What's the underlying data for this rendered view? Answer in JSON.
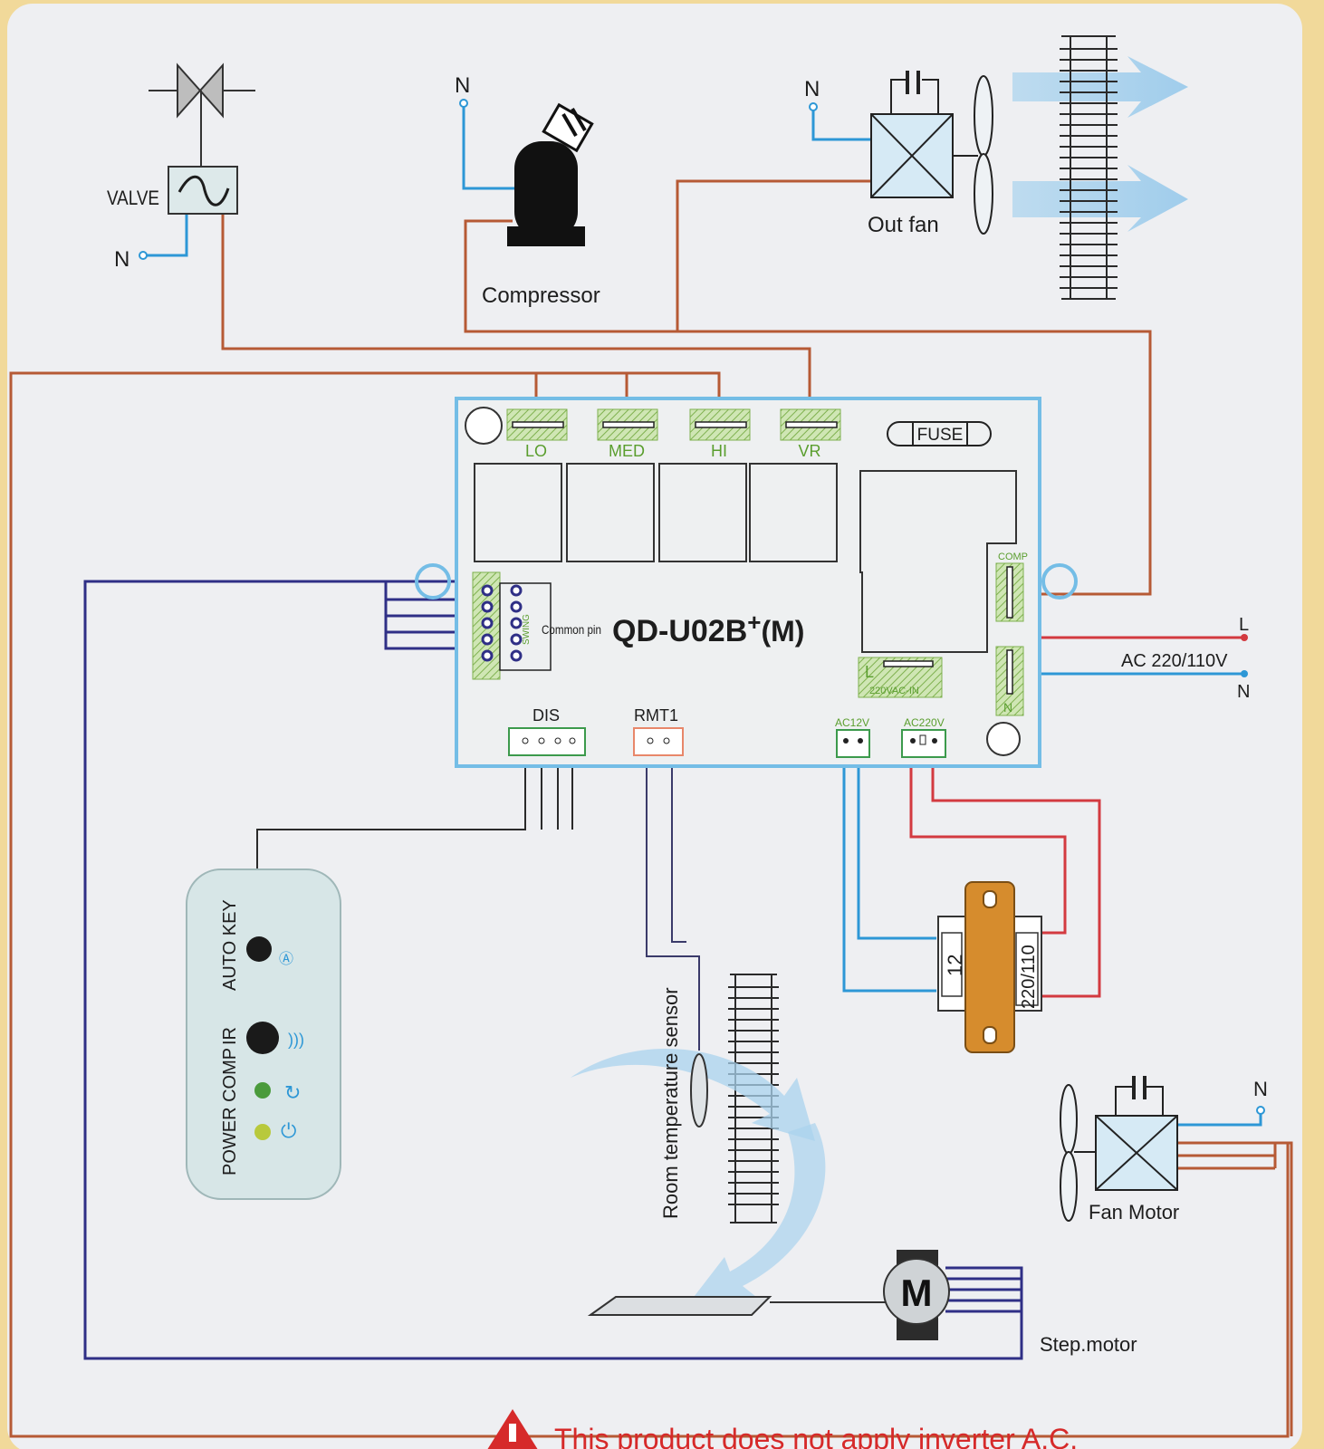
{
  "board": {
    "model": "QD-U02B",
    "model_plus": "+",
    "model_suffix": "(M)",
    "common_pin": "Common pin",
    "swing": "SWING",
    "fuse": "FUSE",
    "relays": {
      "lo": "LO",
      "med": "MED",
      "hi": "HI",
      "vr": "VR"
    },
    "comp": "COMP",
    "l_terminal": "L",
    "n_terminal": "N",
    "ac_in": "220VAC-IN",
    "connectors": {
      "dis": "DIS",
      "rmt": "RMT1",
      "ac12": "AC12V",
      "ac220": "AC220V"
    }
  },
  "components": {
    "valve": "VALVE",
    "neutral": "N",
    "compressor": "Compressor",
    "out_fan": "Out fan",
    "fan_motor": "Fan Motor",
    "step_motor": "Step.motor",
    "motor_letter": "M",
    "room_sensor": "Room temperature sensor",
    "power_label": "AC 220/110V",
    "line": "L",
    "transformer_low": "12",
    "transformer_high": "220/110"
  },
  "display_panel": {
    "auto_key": "AUTO KEY",
    "ir": "IR",
    "power_comp": "POWER COMP"
  },
  "warning": "This product does not apply inverter A.C.",
  "colors": {
    "orange_wire": "#b65a35",
    "blue_wire": "#2d97d6",
    "red_wire": "#d33a40",
    "navy_wire": "#2f2f86",
    "board_outline": "#74bde6",
    "terminal_green": "#9ccf6a",
    "transformer": "#d68c2d"
  }
}
